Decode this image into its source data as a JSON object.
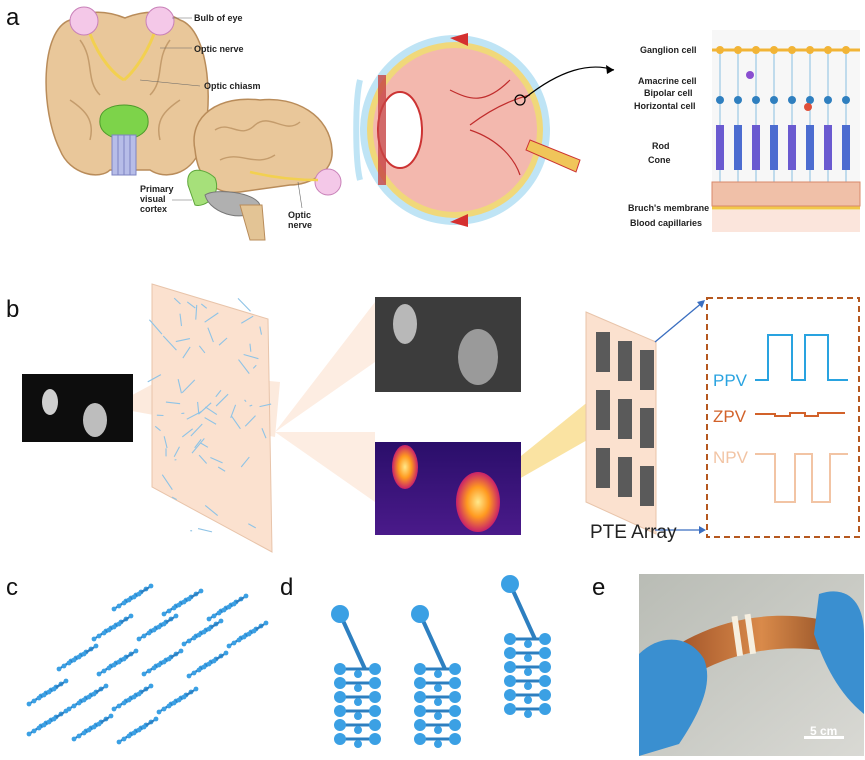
{
  "panels": {
    "a": "a",
    "b": "b",
    "c": "c",
    "d": "d",
    "e": "e"
  },
  "panel_a": {
    "brain_labels": {
      "bulb_of_eye": "Bulb of eye",
      "optic_nerve_top": "Optic nerve",
      "optic_chiasm": "Optic chiasm",
      "primary_visual_cortex_line1": "Primary",
      "primary_visual_cortex_line2": "visual",
      "primary_visual_cortex_line3": "cortex",
      "optic_nerve_side_line1": "Optic",
      "optic_nerve_side_line2": "nerve"
    },
    "retina_labels": {
      "ganglion": "Ganglion cell",
      "amacrine": "Amacrine cell",
      "bipolar": "Bipolar cell",
      "horizontal": "Horizontal cell",
      "rod": "Rod",
      "cone": "Cone",
      "bruch": "Bruch's membrane",
      "capillaries": "Blood capillaries"
    }
  },
  "panel_b": {
    "signals": {
      "ppv": "PPV",
      "zpv": "ZPV",
      "npv": "NPV"
    },
    "array_label": "PTE Array",
    "colors": {
      "ppv": "#29a3e0",
      "zpv": "#d2622a",
      "npv": "#f2c4a4",
      "frame": "#b5581f"
    }
  },
  "panel_e": {
    "scale_bar": "5 cm"
  }
}
